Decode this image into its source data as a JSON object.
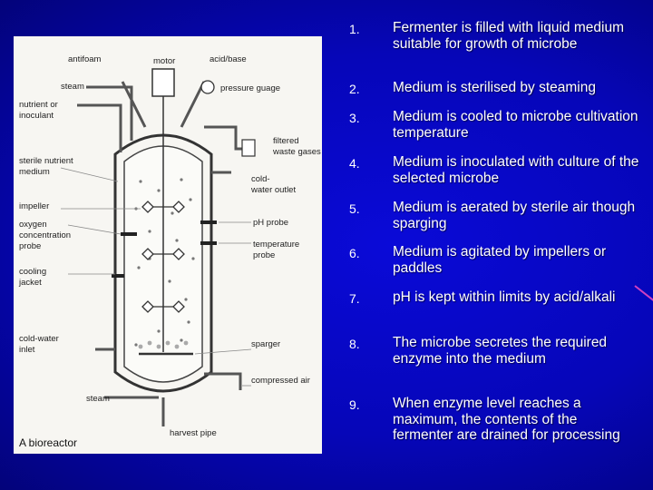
{
  "diagram": {
    "caption": "A bioreactor",
    "labels": {
      "antifoam": "antifoam",
      "motor": "motor",
      "acid_base": "acid/base",
      "steam_top": "steam",
      "pressure_gauge": "pressure guage",
      "nutrient_1": "nutrient or",
      "nutrient_2": "inoculant",
      "filtered_1": "filtered",
      "filtered_2": "waste gases",
      "sterile_1": "sterile nutrient",
      "sterile_2": "medium",
      "cold_out_1": "cold-",
      "cold_out_2": "water outlet",
      "impeller": "impeller",
      "oxygen_1": "oxygen",
      "oxygen_2": "concentration",
      "oxygen_3": "probe",
      "ph_probe": "pH probe",
      "temp_1": "temperature",
      "temp_2": "probe",
      "cooling_1": "cooling",
      "cooling_2": "jacket",
      "cold_in_1": "cold-water",
      "cold_in_2": "inlet",
      "sparger": "sparger",
      "compressed_air": "compressed air",
      "steam_bottom": "steam",
      "harvest_pipe": "harvest pipe"
    }
  },
  "steps": [
    {
      "number": "1.",
      "text": "Fermenter is filled with liquid medium suitable for growth of microbe"
    },
    {
      "number": "2.",
      "text": "Medium is sterilised by steaming"
    },
    {
      "number": "3.",
      "text": "Medium is cooled to microbe cultivation temperature"
    },
    {
      "number": "4.",
      "text": "Medium is inoculated with culture of the selected microbe"
    },
    {
      "number": "5.",
      "text": "Medium is aerated by sterile air though sparging"
    },
    {
      "number": "6.",
      "text": "Medium is agitated by impellers or paddles"
    },
    {
      "number": "7.",
      "text": "pH is kept within limits by acid/alkali"
    },
    {
      "number": "8.",
      "text": "The microbe secretes the required enzyme into the medium"
    },
    {
      "number": "9.",
      "text": "When enzyme level reaches a maximum, the contents of the fermenter are drained for processing"
    }
  ]
}
